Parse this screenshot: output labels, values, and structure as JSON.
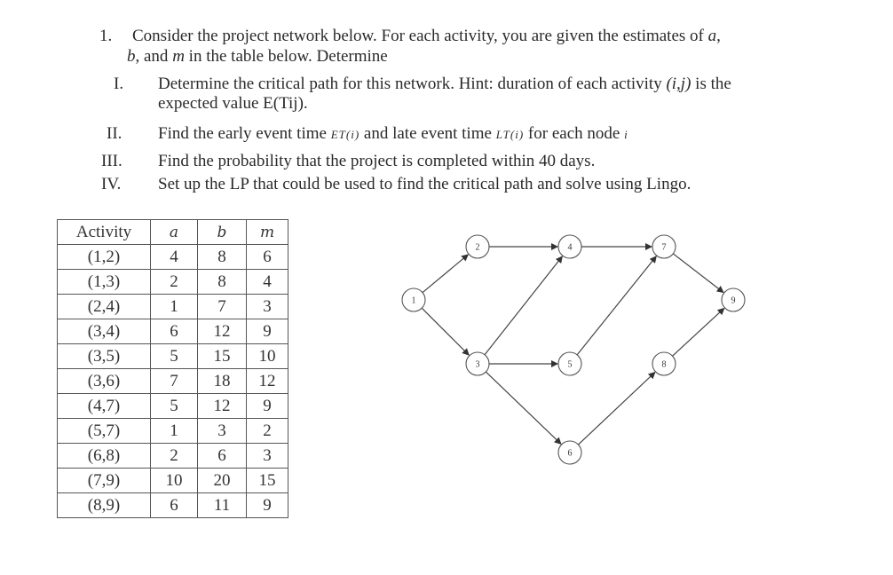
{
  "question": {
    "number": "1.",
    "line1_a": "Consider the project network below. For each activity, you are given the estimates of ",
    "var_a": "a",
    "line1_b": ",",
    "line2_var_b": "b",
    "line2_mid": ", and ",
    "line2_var_m": "m",
    "line2_end": " in the table below. Determine"
  },
  "parts": [
    {
      "numeral": "I.",
      "text_a": "Determine the critical path for this network. Hint: duration of each activity ",
      "text_var": "(i,j)",
      "text_b": " is the",
      "line2": "expected value E(Tij)."
    },
    {
      "numeral": "II.",
      "text_a": "Find the early event time ",
      "et": "ET(i)",
      "text_b": " and late event time ",
      "lt": "LT(i)",
      "text_c": "  for each node ",
      "node": "i"
    },
    {
      "numeral": "III.",
      "text": "Find the probability that the project is completed within 40 days."
    },
    {
      "numeral": "IV.",
      "text": "Set up the LP that could be used to find the critical path and solve using Lingo."
    }
  ],
  "table": {
    "headers": [
      "Activity",
      "a",
      "b",
      "m"
    ],
    "rows": [
      [
        "(1,2)",
        "4",
        "8",
        "6"
      ],
      [
        "(1,3)",
        "2",
        "8",
        "4"
      ],
      [
        "(2,4)",
        "1",
        "7",
        "3"
      ],
      [
        "(3,4)",
        "6",
        "12",
        "9"
      ],
      [
        "(3,5)",
        "5",
        "15",
        "10"
      ],
      [
        "(3,6)",
        "7",
        "18",
        "12"
      ],
      [
        "(4,7)",
        "5",
        "12",
        "9"
      ],
      [
        "(5,7)",
        "1",
        "3",
        "2"
      ],
      [
        "(6,8)",
        "2",
        "6",
        "3"
      ],
      [
        "(7,9)",
        "10",
        "20",
        "15"
      ],
      [
        "(8,9)",
        "6",
        "11",
        "9"
      ]
    ]
  },
  "network": {
    "nodes": [
      "1",
      "2",
      "3",
      "4",
      "5",
      "6",
      "7",
      "8",
      "9"
    ],
    "edges": [
      [
        "1",
        "2"
      ],
      [
        "1",
        "3"
      ],
      [
        "2",
        "4"
      ],
      [
        "3",
        "4"
      ],
      [
        "3",
        "5"
      ],
      [
        "3",
        "6"
      ],
      [
        "4",
        "7"
      ],
      [
        "5",
        "7"
      ],
      [
        "6",
        "8"
      ],
      [
        "7",
        "9"
      ],
      [
        "8",
        "9"
      ]
    ]
  }
}
